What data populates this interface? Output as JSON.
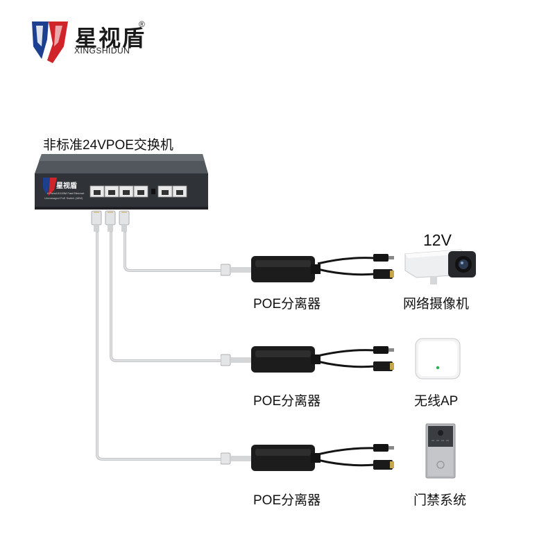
{
  "logo": {
    "brand": "星视盾",
    "subtitle": "XINGSHIDUN",
    "registered": "®"
  },
  "switch": {
    "title": "非标准24VPOE交换机",
    "brand": "星视盾",
    "brand_sub": "8 Ports10/100M Fast Ethernet",
    "model": "Unmanaged PoE Switch (48W)"
  },
  "branches": [
    {
      "splitter_label": "POE分离器",
      "device_label": "网络摄像机",
      "device_icon": "ip-camera-icon",
      "voltage": "12V"
    },
    {
      "splitter_label": "POE分离器",
      "device_label": "无线AP",
      "device_icon": "wireless-ap-icon"
    },
    {
      "splitter_label": "POE分离器",
      "device_label": "门禁系统",
      "device_icon": "access-control-icon"
    }
  ],
  "colors": {
    "logo_blue": "#1d3f8f",
    "logo_red": "#d0242b",
    "switch_body": "#3a3d44",
    "cable": "#c9cbce",
    "splitter": "#1c1c1c"
  }
}
